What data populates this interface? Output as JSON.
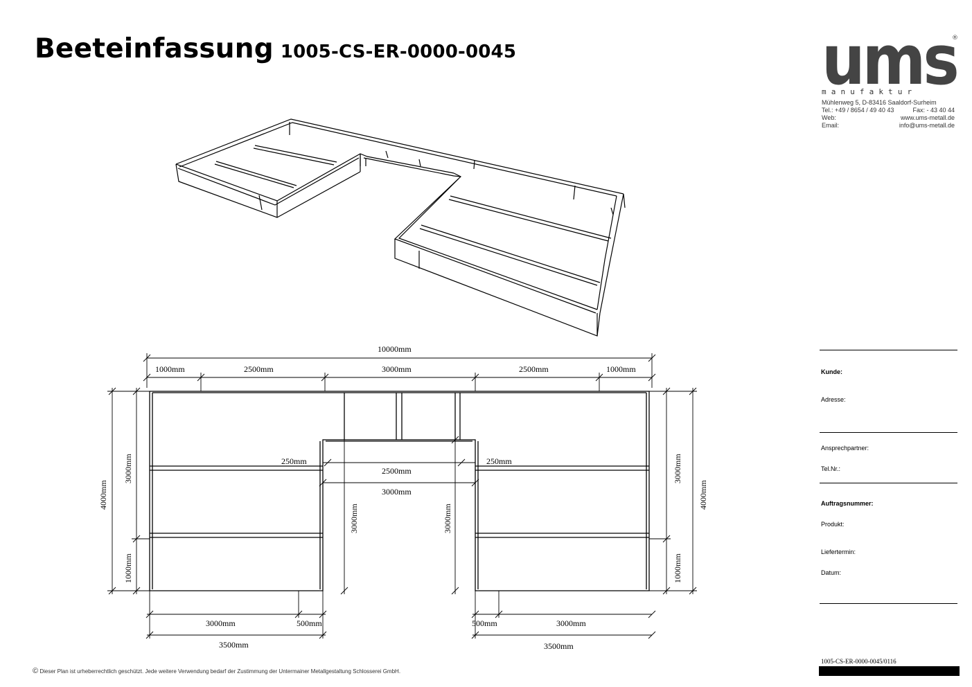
{
  "header": {
    "title": "Beeteinfassung",
    "code": "1005-CS-ER-0000-0045"
  },
  "logo": {
    "word": "ums",
    "registered": "®",
    "subtitle": "manufaktur",
    "address_lines": [
      {
        "left": "Mühlenweg 5, D-83416  Saaldorf-Surheim",
        "right": ""
      },
      {
        "left": "Tel.: +49 / 8654 / 49 40 43",
        "right": "Fax: - 43 40 44"
      },
      {
        "left": "Web:",
        "right": "www.ums-metall.de"
      },
      {
        "left": "Email:",
        "right": "info@ums-metall.de"
      }
    ]
  },
  "form": {
    "kunde": "Kunde:",
    "adresse": "Adresse:",
    "ansprechpartner": "Ansprechpartner:",
    "telnr": "Tel.Nr.:",
    "auftragsnummer": "Auftragsnummer:",
    "produkt": "Produkt:",
    "liefertermin": "Liefertermin:",
    "datum": "Datum:"
  },
  "drawing": {
    "dim_total_width": "10000mm",
    "dim_1000_left": "1000mm",
    "dim_2500_left": "2500mm",
    "dim_3000_top": "3000mm",
    "dim_2500_right": "2500mm",
    "dim_1000_right": "1000mm",
    "dim_4000_left": "4000mm",
    "dim_3000_left": "3000mm",
    "dim_1000_left_v": "1000mm",
    "dim_250_left": "250mm",
    "dim_250_right": "250mm",
    "dim_2500_inner": "2500mm",
    "dim_3000_inner": "3000mm",
    "dim_3000_inner_v_left": "3000mm",
    "dim_3000_inner_v_right": "3000mm",
    "dim_3000_right_v": "3000mm",
    "dim_4000_right": "4000mm",
    "dim_1000_right_v": "1000mm",
    "dim_3000_bottom_left": "3000mm",
    "dim_500_bottom_left": "500mm",
    "dim_3500_bottom_left": "3500mm",
    "dim_500_bottom_right": "500mm",
    "dim_3000_bottom_right": "3000mm",
    "dim_3500_bottom_right": "3500mm"
  },
  "footer": {
    "copyright_symbol": "©",
    "copyright": "Dieser Plan ist urheberrechtlich geschützt. Jede weitere Verwendung bedarf der Zustimmung der Untermainer Metallgestaltung Schlosserei GmbH.",
    "doc_code": "1005-CS-ER-0000-0045/0116"
  }
}
